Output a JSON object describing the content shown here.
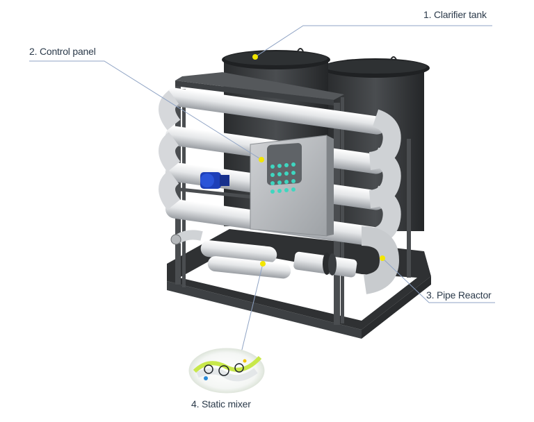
{
  "labels": {
    "clarifier_tank": "1. Clarifier tank",
    "control_panel": "2. Control panel",
    "pipe_reactor": "3. Pipe Reactor",
    "static_mixer": "4. Static mixer"
  },
  "colors": {
    "background": "#ffffff",
    "label_text": "#2b3a4a",
    "leader_line": "#8fa3c4",
    "marker": "#f3e600",
    "tank": "#3a3d40",
    "frame": "#4a4d50",
    "pipe": "#e2e4e6",
    "panel": "#b9bcc0",
    "panel_button": "#3fd6c0",
    "pump": "#1d3fb8",
    "mixer_helix": "#c8e84a"
  }
}
